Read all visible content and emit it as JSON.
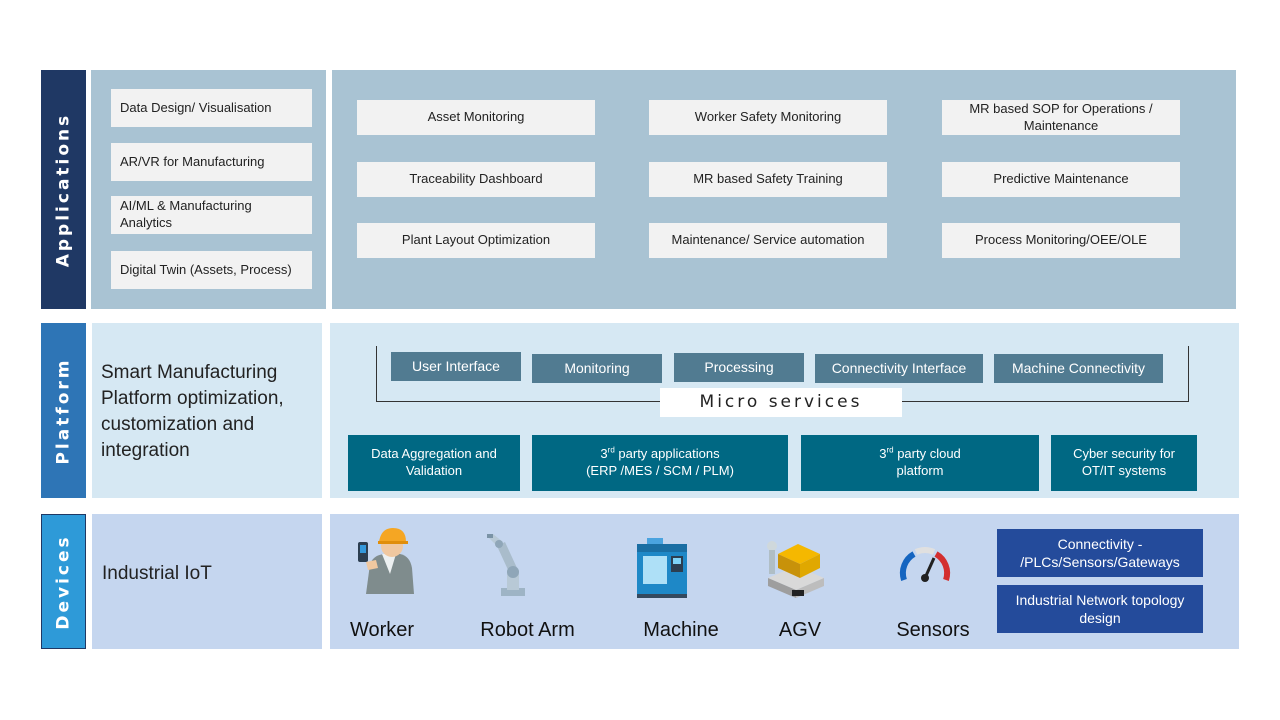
{
  "applications": {
    "label": "Applications",
    "left_items": [
      "Data Design/ Visualisation",
      "AR/VR for Manufacturing",
      "AI/ML & Manufacturing Analytics",
      "Digital Twin (Assets,  Process)"
    ],
    "grid": [
      [
        "Asset Monitoring",
        "Worker Safety Monitoring",
        "MR based SOP for Operations / Maintenance"
      ],
      [
        "Traceability Dashboard",
        "MR based Safety Training",
        "Predictive Maintenance"
      ],
      [
        "Plant Layout Optimization",
        "Maintenance/ Service automation",
        "Process Monitoring/OEE/OLE"
      ]
    ]
  },
  "platform": {
    "label": "Platform",
    "description": "Smart Manufacturing Platform optimization, customization and integration",
    "microservice_items": [
      "User Interface",
      "Monitoring",
      "Processing",
      "Connectivity Interface",
      "Machine Connectivity"
    ],
    "microservices_label": "Micro services",
    "bottom": {
      "data_aggregation": "Data Aggregation and Validation",
      "third_party_apps_sup": "rd",
      "third_party_apps_line1": "party applications",
      "third_party_apps_line2": "(ERP /MES / SCM / PLM)",
      "third_party_cloud_sup": "rd",
      "third_party_cloud_line1": "party  cloud",
      "third_party_cloud_line2": "platform",
      "ordinal_number": "3",
      "cyber_security": "Cyber security for OT/IT systems"
    }
  },
  "devices": {
    "label": "Devices",
    "description": "Industrial IoT",
    "items": [
      "Worker",
      "Robot Arm",
      "Machine",
      "AGV",
      "Sensors"
    ],
    "icons": [
      "worker-icon",
      "robot-arm-icon",
      "machine-icon",
      "agv-icon",
      "sensor-gauge-icon"
    ],
    "connectivity": "Connectivity - /PLCs/Sensors/Gateways",
    "network": "Industrial Network topology design"
  },
  "colors": {
    "navy": "#1f3864",
    "teal_label": "#2e75b6",
    "sky_label": "#2e9ad8",
    "app_bg": "#a9c3d3",
    "platform_bg": "#d6e8f3",
    "devices_bg": "#c5d6ef",
    "microservice_box": "#517b91",
    "platform_teal": "#006883",
    "device_navy": "#244b9b"
  }
}
